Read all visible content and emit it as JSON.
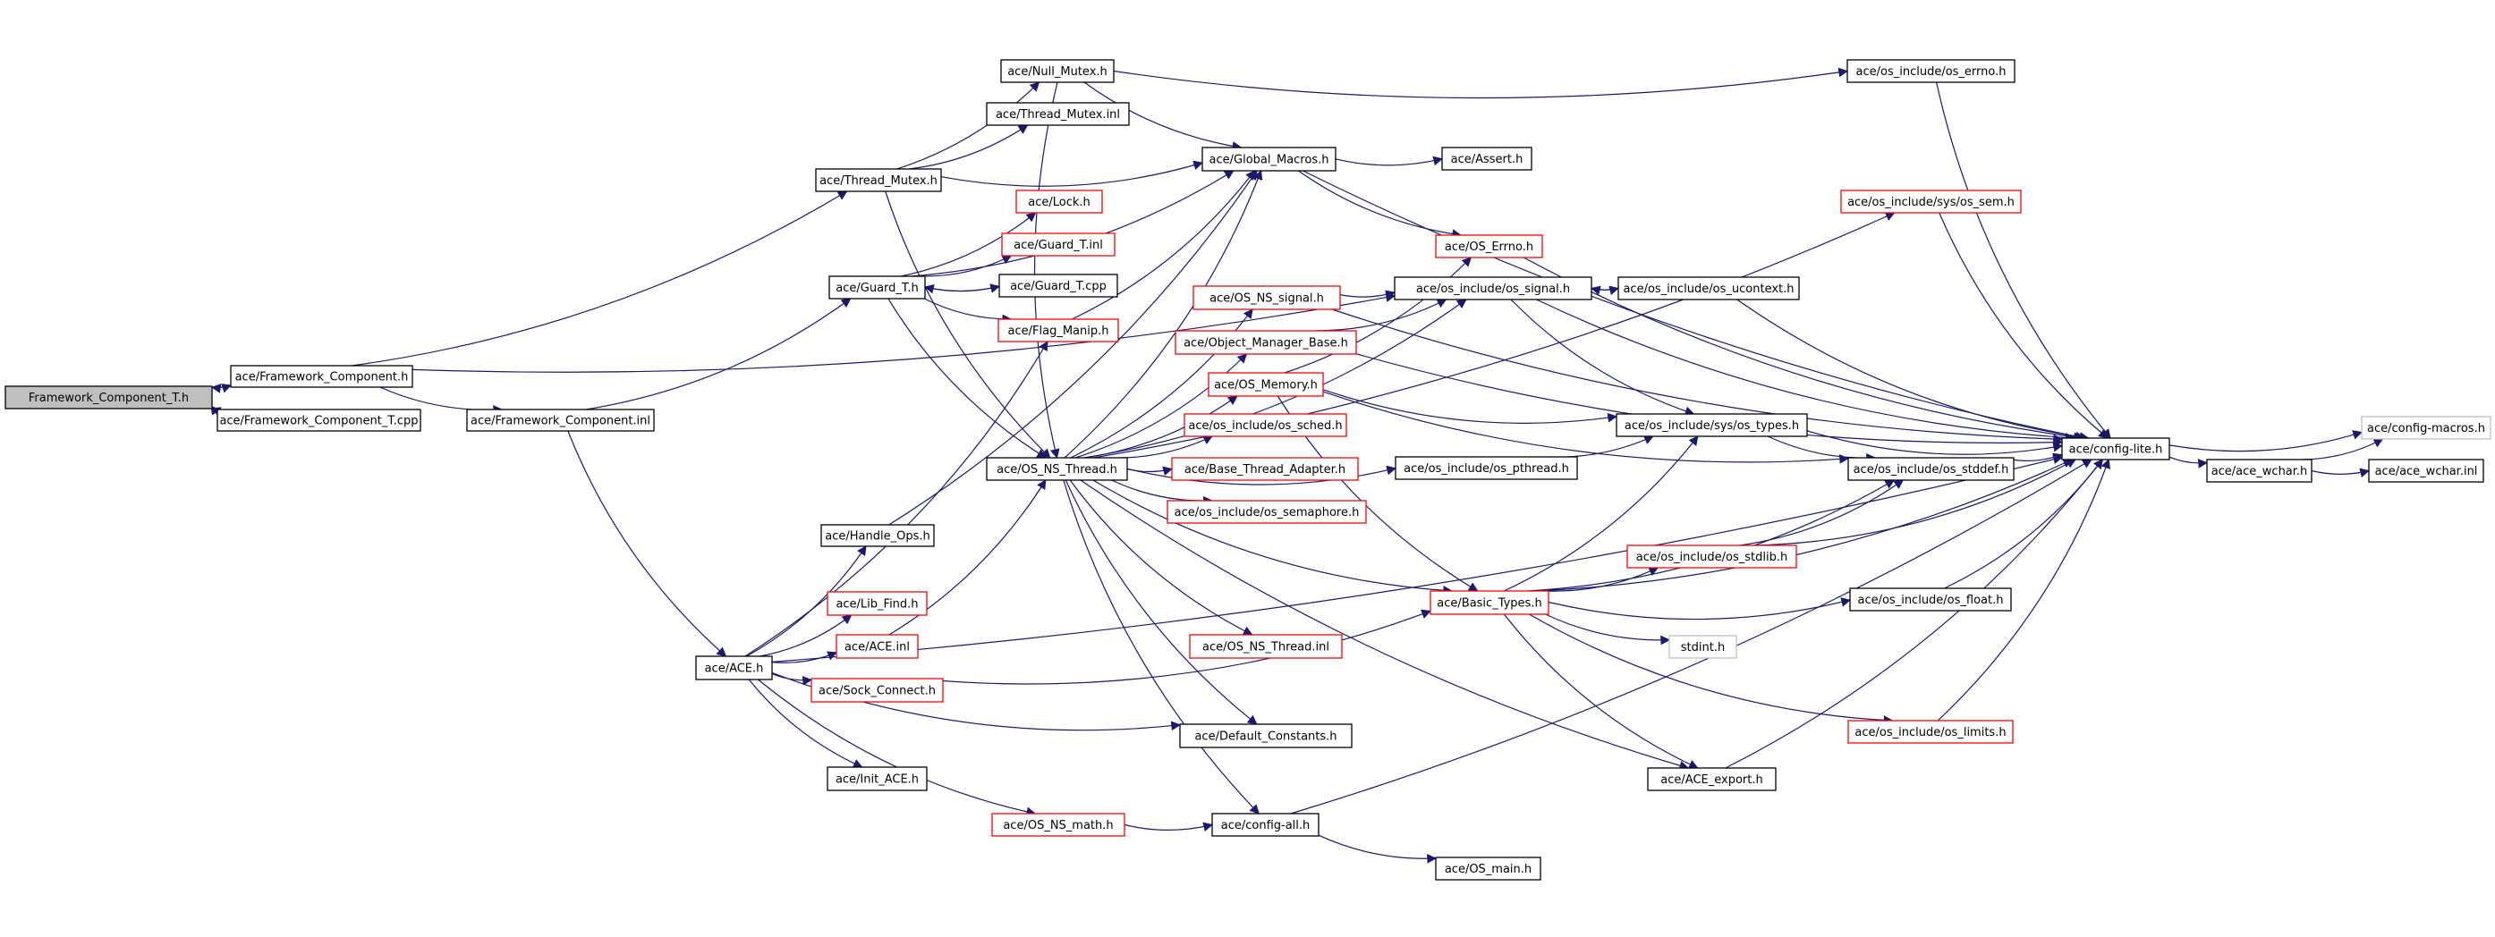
{
  "colors": {
    "edge": "#191970",
    "root_fill": "#bfbfbf",
    "root_border": "#000000",
    "normal_border": "#000000",
    "incomplete_border": "#ff0000",
    "external_border": "#bfbfbf",
    "text": "#000000"
  },
  "nodes": [
    {
      "id": "root",
      "label": "Framework_Component_T.h",
      "kind": "root"
    },
    {
      "id": "fc_h",
      "label": "ace/Framework_Component.h",
      "kind": "normal"
    },
    {
      "id": "fct_cpp",
      "label": "ace/Framework_Component_T.cpp",
      "kind": "normal"
    },
    {
      "id": "fc_inl",
      "label": "ace/Framework_Component.inl",
      "kind": "normal"
    },
    {
      "id": "thread_mutex_h",
      "label": "ace/Thread_Mutex.h",
      "kind": "normal"
    },
    {
      "id": "null_mutex_h",
      "label": "ace/Null_Mutex.h",
      "kind": "normal"
    },
    {
      "id": "thread_mutex_inl",
      "label": "ace/Thread_Mutex.inl",
      "kind": "normal"
    },
    {
      "id": "guard_t_h",
      "label": "ace/Guard_T.h",
      "kind": "normal"
    },
    {
      "id": "lock_h",
      "label": "ace/Lock.h",
      "kind": "incomplete"
    },
    {
      "id": "guard_t_inl",
      "label": "ace/Guard_T.inl",
      "kind": "incomplete"
    },
    {
      "id": "guard_t_cpp",
      "label": "ace/Guard_T.cpp",
      "kind": "normal"
    },
    {
      "id": "flag_manip_h",
      "label": "ace/Flag_Manip.h",
      "kind": "incomplete"
    },
    {
      "id": "global_macros_h",
      "label": "ace/Global_Macros.h",
      "kind": "normal"
    },
    {
      "id": "assert_h",
      "label": "ace/Assert.h",
      "kind": "normal"
    },
    {
      "id": "os_errno_h",
      "label": "ace/os_include/os_errno.h",
      "kind": "normal"
    },
    {
      "id": "os_sem_h",
      "label": "ace/os_include/sys/os_sem.h",
      "kind": "incomplete"
    },
    {
      "id": "os_errno_cap_h",
      "label": "ace/OS_Errno.h",
      "kind": "incomplete"
    },
    {
      "id": "os_ns_signal_h",
      "label": "ace/OS_NS_signal.h",
      "kind": "incomplete"
    },
    {
      "id": "os_signal_h",
      "label": "ace/os_include/os_signal.h",
      "kind": "normal"
    },
    {
      "id": "os_ucontext_h",
      "label": "ace/os_include/os_ucontext.h",
      "kind": "normal"
    },
    {
      "id": "obj_mgr_base_h",
      "label": "ace/Object_Manager_Base.h",
      "kind": "incomplete"
    },
    {
      "id": "os_memory_h",
      "label": "ace/OS_Memory.h",
      "kind": "incomplete"
    },
    {
      "id": "os_sched_h",
      "label": "ace/os_include/os_sched.h",
      "kind": "incomplete"
    },
    {
      "id": "base_thread_adapter_h",
      "label": "ace/Base_Thread_Adapter.h",
      "kind": "incomplete"
    },
    {
      "id": "os_semaphore_h",
      "label": "ace/os_include/os_semaphore.h",
      "kind": "incomplete"
    },
    {
      "id": "os_ns_thread_h",
      "label": "ace/OS_NS_Thread.h",
      "kind": "normal"
    },
    {
      "id": "os_pthread_h",
      "label": "ace/os_include/os_pthread.h",
      "kind": "normal"
    },
    {
      "id": "sys_os_types_h",
      "label": "ace/os_include/sys/os_types.h",
      "kind": "normal"
    },
    {
      "id": "os_stddef_h",
      "label": "ace/os_include/os_stddef.h",
      "kind": "normal"
    },
    {
      "id": "config_lite_h",
      "label": "ace/config-lite.h",
      "kind": "normal"
    },
    {
      "id": "config_macros_h",
      "label": "ace/config-macros.h",
      "kind": "external"
    },
    {
      "id": "ace_wchar_h",
      "label": "ace/ace_wchar.h",
      "kind": "normal"
    },
    {
      "id": "ace_wchar_inl",
      "label": "ace/ace_wchar.inl",
      "kind": "normal"
    },
    {
      "id": "os_stdlib_h",
      "label": "ace/os_include/os_stdlib.h",
      "kind": "incomplete"
    },
    {
      "id": "basic_types_h",
      "label": "ace/Basic_Types.h",
      "kind": "incomplete"
    },
    {
      "id": "os_float_h",
      "label": "ace/os_include/os_float.h",
      "kind": "normal"
    },
    {
      "id": "stdint_h",
      "label": "stdint.h",
      "kind": "external"
    },
    {
      "id": "os_limits_h",
      "label": "ace/os_include/os_limits.h",
      "kind": "incomplete"
    },
    {
      "id": "ace_export_h",
      "label": "ace/ACE_export.h",
      "kind": "normal"
    },
    {
      "id": "handle_ops_h",
      "label": "ace/Handle_Ops.h",
      "kind": "normal"
    },
    {
      "id": "lib_find_h",
      "label": "ace/Lib_Find.h",
      "kind": "incomplete"
    },
    {
      "id": "ace_inl",
      "label": "ace/ACE.inl",
      "kind": "incomplete"
    },
    {
      "id": "ace_h",
      "label": "ace/ACE.h",
      "kind": "normal"
    },
    {
      "id": "sock_connect_h",
      "label": "ace/Sock_Connect.h",
      "kind": "incomplete"
    },
    {
      "id": "init_ace_h",
      "label": "ace/Init_ACE.h",
      "kind": "normal"
    },
    {
      "id": "os_ns_thread_inl",
      "label": "ace/OS_NS_Thread.inl",
      "kind": "incomplete"
    },
    {
      "id": "default_constants_h",
      "label": "ace/Default_Constants.h",
      "kind": "normal"
    },
    {
      "id": "os_ns_math_h",
      "label": "ace/OS_NS_math.h",
      "kind": "incomplete"
    },
    {
      "id": "config_all_h",
      "label": "ace/config-all.h",
      "kind": "normal"
    },
    {
      "id": "os_main_h",
      "label": "ace/OS_main.h",
      "kind": "normal"
    }
  ],
  "edges": [
    [
      "root",
      "fc_h"
    ],
    [
      "root",
      "fct_cpp"
    ],
    [
      "fct_cpp",
      "root"
    ],
    [
      "fc_h",
      "root"
    ],
    [
      "fc_h",
      "thread_mutex_h"
    ],
    [
      "fc_h",
      "fc_inl"
    ],
    [
      "fc_h",
      "os_signal_h"
    ],
    [
      "fc_inl",
      "guard_t_h"
    ],
    [
      "fc_inl",
      "ace_h"
    ],
    [
      "thread_mutex_h",
      "null_mutex_h"
    ],
    [
      "thread_mutex_h",
      "thread_mutex_inl"
    ],
    [
      "thread_mutex_h",
      "os_ns_thread_h"
    ],
    [
      "thread_mutex_h",
      "global_macros_h"
    ],
    [
      "null_mutex_h",
      "global_macros_h"
    ],
    [
      "null_mutex_h",
      "os_errno_h"
    ],
    [
      "null_mutex_h",
      "os_ns_thread_h"
    ],
    [
      "guard_t_h",
      "lock_h"
    ],
    [
      "guard_t_h",
      "guard_t_inl"
    ],
    [
      "guard_t_h",
      "guard_t_cpp"
    ],
    [
      "guard_t_cpp",
      "guard_t_h"
    ],
    [
      "guard_t_h",
      "global_macros_h"
    ],
    [
      "guard_t_h",
      "os_ns_thread_h"
    ],
    [
      "guard_t_h",
      "flag_manip_h"
    ],
    [
      "global_macros_h",
      "assert_h"
    ],
    [
      "global_macros_h",
      "config_lite_h"
    ],
    [
      "global_macros_h",
      "os_errno_cap_h"
    ],
    [
      "os_errno_h",
      "config_lite_h"
    ],
    [
      "os_sem_h",
      "config_lite_h"
    ],
    [
      "os_errno_cap_h",
      "config_lite_h"
    ],
    [
      "os_ns_signal_h",
      "os_signal_h"
    ],
    [
      "os_ns_signal_h",
      "config_lite_h"
    ],
    [
      "os_signal_h",
      "os_ucontext_h"
    ],
    [
      "os_signal_h",
      "sys_os_types_h"
    ],
    [
      "os_signal_h",
      "config_lite_h"
    ],
    [
      "os_ucontext_h",
      "os_signal_h"
    ],
    [
      "os_ucontext_h",
      "config_lite_h"
    ],
    [
      "obj_mgr_base_h",
      "os_signal_h"
    ],
    [
      "obj_mgr_base_h",
      "config_lite_h"
    ],
    [
      "os_memory_h",
      "os_errno_cap_h"
    ],
    [
      "os_memory_h",
      "basic_types_h"
    ],
    [
      "os_memory_h",
      "os_stddef_h"
    ],
    [
      "os_memory_h",
      "sys_os_types_h"
    ],
    [
      "os_ns_thread_h",
      "global_macros_h"
    ],
    [
      "os_ns_thread_h",
      "os_sem_h"
    ],
    [
      "os_ns_thread_h",
      "os_ns_signal_h"
    ],
    [
      "os_ns_thread_h",
      "obj_mgr_base_h"
    ],
    [
      "os_ns_thread_h",
      "os_memory_h"
    ],
    [
      "os_ns_thread_h",
      "os_sched_h"
    ],
    [
      "os_ns_thread_h",
      "base_thread_adapter_h"
    ],
    [
      "os_ns_thread_h",
      "os_semaphore_h"
    ],
    [
      "os_ns_thread_h",
      "os_pthread_h"
    ],
    [
      "os_ns_thread_h",
      "basic_types_h"
    ],
    [
      "os_ns_thread_h",
      "os_ns_thread_inl"
    ],
    [
      "os_ns_thread_h",
      "default_constants_h"
    ],
    [
      "os_ns_thread_h",
      "config_all_h"
    ],
    [
      "os_ns_thread_h",
      "ace_export_h"
    ],
    [
      "os_ns_thread_h",
      "os_signal_h"
    ],
    [
      "os_pthread_h",
      "sys_os_types_h"
    ],
    [
      "sys_os_types_h",
      "os_stddef_h"
    ],
    [
      "sys_os_types_h",
      "config_lite_h"
    ],
    [
      "os_stddef_h",
      "config_lite_h"
    ],
    [
      "config_lite_h",
      "config_macros_h"
    ],
    [
      "config_lite_h",
      "ace_wchar_h"
    ],
    [
      "ace_wchar_h",
      "config_macros_h"
    ],
    [
      "ace_wchar_h",
      "ace_wchar_inl"
    ],
    [
      "basic_types_h",
      "os_stdlib_h"
    ],
    [
      "basic_types_h",
      "os_float_h"
    ],
    [
      "basic_types_h",
      "stdint_h"
    ],
    [
      "basic_types_h",
      "os_limits_h"
    ],
    [
      "basic_types_h",
      "ace_export_h"
    ],
    [
      "basic_types_h",
      "sys_os_types_h"
    ],
    [
      "basic_types_h",
      "os_stddef_h"
    ],
    [
      "basic_types_h",
      "config_lite_h"
    ],
    [
      "os_stdlib_h",
      "os_stddef_h"
    ],
    [
      "os_stdlib_h",
      "config_lite_h"
    ],
    [
      "os_float_h",
      "config_lite_h"
    ],
    [
      "os_limits_h",
      "config_lite_h"
    ],
    [
      "ace_export_h",
      "config_lite_h"
    ],
    [
      "ace_h",
      "flag_manip_h"
    ],
    [
      "ace_h",
      "handle_ops_h"
    ],
    [
      "ace_h",
      "lib_find_h"
    ],
    [
      "ace_h",
      "ace_inl"
    ],
    [
      "ace_h",
      "sock_connect_h"
    ],
    [
      "ace_h",
      "init_ace_h"
    ],
    [
      "ace_h",
      "default_constants_h"
    ],
    [
      "ace_h",
      "os_ns_math_h"
    ],
    [
      "ace_h",
      "config_lite_h"
    ],
    [
      "handle_ops_h",
      "global_macros_h"
    ],
    [
      "ace_inl",
      "os_ns_thread_h"
    ],
    [
      "sock_connect_h",
      "basic_types_h"
    ],
    [
      "flag_manip_h",
      "global_macros_h"
    ],
    [
      "os_ns_math_h",
      "config_all_h"
    ],
    [
      "config_all_h",
      "os_main_h"
    ],
    [
      "config_all_h",
      "config_lite_h"
    ]
  ]
}
